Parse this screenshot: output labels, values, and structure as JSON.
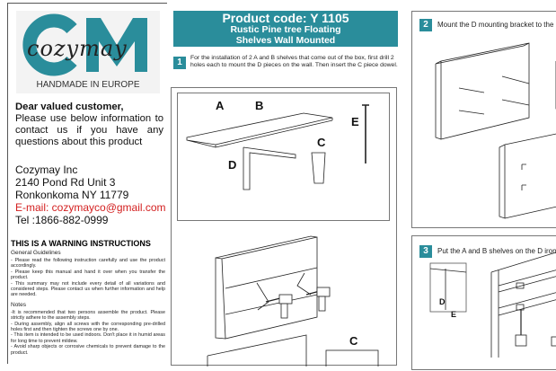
{
  "brand": {
    "logo_letters": "CM",
    "logo_script": "cozymay",
    "tagline": "HANDMADE IN EUROPE"
  },
  "contact": {
    "greeting": "Dear valued customer,",
    "intro": "Please use below information to contact us if you have any questions about this product",
    "company": "Cozymay Inc",
    "street": "2140 Pond Rd Unit 3",
    "city": "Ronkonkoma NY 11779",
    "email": "E-mail: cozymayco@gmail.com",
    "tel": "Tel :1866-882-0999"
  },
  "warning": {
    "title": "THIS IS A WARNING INSTRUCTIONS",
    "general_heading": "General Guidelines",
    "general": [
      "- Please read the following instruction carefully and use the product accordingly.",
      "- Please keep this manual and hand it over when you transfer the product.",
      "- This summary may not include every detail of all variations and considered steps. Please contact us when further information and help are needed."
    ],
    "notes_heading": "Notes",
    "notes": [
      "-It is recommended that two persons assemble the product. Please strictly adhere to the assembly steps.",
      "- During assembly, align all screws with the corresponding pre-drilled holes first and then tighten the screws one by one.",
      "- This item is intended to be used indoors. Don't place it in humid areas for long time to prevent mildew.",
      "- Avoid sharp objects or corrosive chemicals to prevent damage to the product."
    ]
  },
  "header": {
    "product_code": "Product code: Y 1105",
    "name_line1": "Rustic Pine tree Floating",
    "name_line2": "Shelves Wall Mounted"
  },
  "steps": [
    {
      "number": "1",
      "text": "For the installation of 2 A and B shelves that come out of the box, first drill 2 holes each to mount the D pieces on the wall. Then insert the C piece dowel."
    },
    {
      "number": "2",
      "text": "Mount the D mounting bracket to the"
    },
    {
      "number": "3",
      "text": "Put the A and B shelves on the D iron"
    }
  ],
  "parts": {
    "a": "A",
    "b": "B",
    "c": "C",
    "d": "D",
    "e": "E"
  },
  "accent": "#2a8d9b"
}
